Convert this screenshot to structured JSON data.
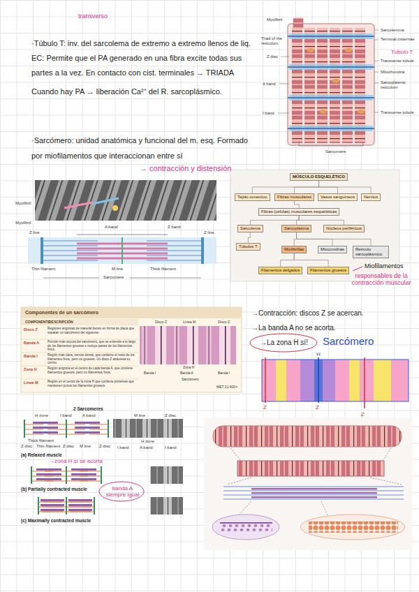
{
  "diagram": {
    "nodes": [
      {
        "text": [
          "MÚSCULO ESQUELÉTICO"
        ]
      },
      {
        "text": [
          "Tejido conectivo"
        ]
      },
      {
        "text": [
          "Fibras musculares"
        ]
      },
      {
        "text": [
          "Vasos sanguíneos"
        ]
      },
      {
        "text": [
          "Nervios"
        ]
      },
      {
        "text": [
          "Fibras (células) musculares esqueléticas"
        ]
      },
      {
        "text": [
          "Sarcolema"
        ]
      },
      {
        "text": [
          "Sarcoplasma"
        ]
      },
      {
        "text": [
          "Núcleos periféricos"
        ]
      },
      {
        "text": [
          "Túbulos T"
        ]
      },
      {
        "text": [
          "Miofibrillas"
        ]
      },
      {
        "text": [
          "Mitocondrias"
        ]
      },
      {
        "text": [
          "Retículo sarcoplásmico"
        ]
      },
      {
        "text": [
          "Filamentos delgados"
        ]
      },
      {
        "text": [
          "Filamentos gruesos"
        ]
      }
    ],
    "edges": [
      {
        "from": 0,
        "to": 1,
        "arrow": "none"
      },
      {
        "from": 0,
        "to": 2,
        "arrow": "none"
      },
      {
        "from": 0,
        "to": 3,
        "arrow": "none"
      },
      {
        "from": 0,
        "to": 4,
        "arrow": "none"
      },
      {
        "from": 2,
        "to": 5,
        "arrow": "none"
      },
      {
        "from": 5,
        "to": 6,
        "arrow": "none"
      },
      {
        "from": 5,
        "to": 7,
        "arrow": "none"
      },
      {
        "from": 5,
        "to": 8,
        "arrow": "none"
      },
      {
        "from": 6,
        "to": 9,
        "arrow": "none"
      },
      {
        "from": 7,
        "to": 10,
        "arrow": "none"
      },
      {
        "from": 7,
        "to": 11,
        "arrow": "none"
      },
      {
        "from": 7,
        "to": 12,
        "arrow": "none"
      },
      {
        "from": 10,
        "to": 13,
        "arrow": "none"
      },
      {
        "from": 10,
        "to": 14,
        "arrow": "none"
      }
    ],
    "labels": [
      "transverso",
      "·Túbulo T: inv. del sarcolema de extremo a extremo llenos de liq. EC: Permite que el PA generado en una fibra excite todas sus partes a la vez. En contacto con cist. terminales → TRIADA",
      "Cuando hay PA → liberación Ca²⁺ del R. sarcoplásmico.",
      "·Sarcómero: unidad anatómica y funcional del m. esq. Formado por miofilamentos que interaccionan entre sí",
      "→ contracción y distensión",
      "Myofibril",
      "Sarcolemma",
      "Terminal cisternae",
      "Túbulo T",
      "Transverse tubule",
      "Mitochondria",
      "Sarcoplasmic reticulum",
      "Transverse tubule",
      "Sarcomere",
      "Triad of the reticulum",
      "Z disc",
      "A band",
      "I band",
      "Myofibril",
      "Myofibril",
      "A band",
      "Z band",
      "Z line",
      "Z line",
      "Thin filament",
      "M line",
      "Thick filament",
      "Sarcomere",
      "Miofilamentos",
      "responsables de la contracción muscular",
      "Componentes de un sarcómero",
      "COMPONENTE",
      "DESCRIPCIÓN",
      "Disco Z",
      "Regiones angostas de material denso en forma de placa que separan un sarcómero del siguiente.",
      "Banda A",
      "Porción más oscura del sarcómero, que se extiende a lo largo de los filamentos gruesos e incluye partes de los filamentos finos.",
      "Banda I",
      "Región más clara, menos densa, que contiene el resto de los filamentos finos, pero no gruesos. Un disco Z atraviesa su centro.",
      "Zona H",
      "Región angosta en el centro de cada banda A, que contiene filamentos gruesos, pero no filamentos finos.",
      "Línea M",
      "Región en el centro de la zona H que contiene proteínas que mantienen juntos los filamentos gruesos.",
      "Disco Z",
      "Línea M",
      "Disco Z",
      "Banda I",
      "Banda A",
      "Banda I",
      "Zona H",
      "Sarcómero",
      "MET 21 600×",
      "→Contracción: discos Z se acercan.",
      "→La banda A no se acorta.",
      "→La zona H sí!",
      "Sarcómero",
      "H",
      "Z",
      "Z",
      "Z",
      "2 Sarcomeres",
      "H zone",
      "I band",
      "A band",
      "M line",
      "Z disc",
      "Thick filament",
      "Z disc",
      "Thin filament",
      "Z disc",
      "M line",
      "Z disc",
      "H zone",
      "I band",
      "A band",
      "I band",
      "(a) Relaxed muscle",
      "→zona H sí se acorta",
      "(b) Partially contracted muscle",
      "banda A siempre igual",
      "(c) Maximally contracted muscle"
    ]
  }
}
